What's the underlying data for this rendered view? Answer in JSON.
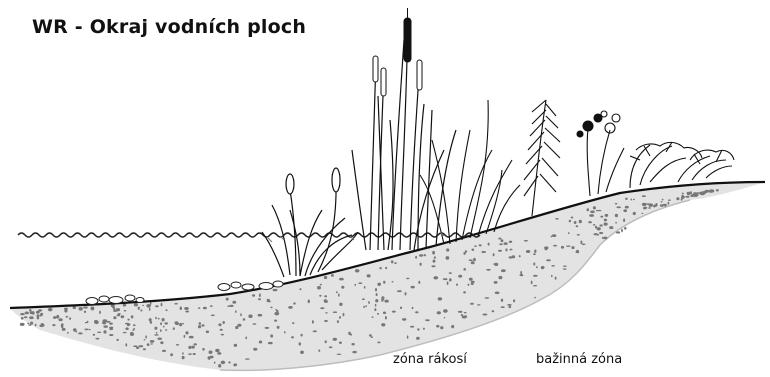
{
  "title": "WR - Okraj vodních ploch",
  "zones": {
    "reed": "zóna rákosí",
    "marsh": "bažinná zóna"
  },
  "colors": {
    "ink": "#111111",
    "soil": "#e2e2e2",
    "background": "#ffffff"
  }
}
